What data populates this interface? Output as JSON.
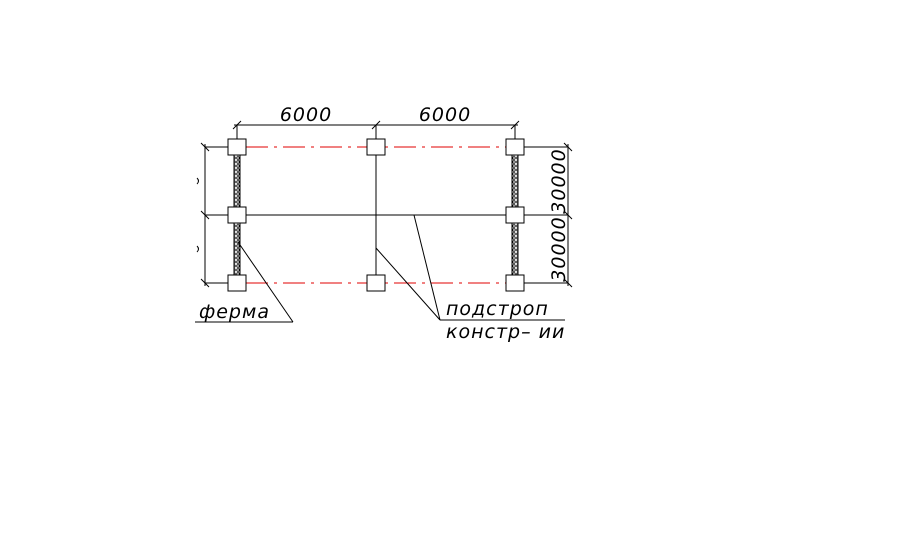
{
  "drawing": {
    "dimensions": {
      "top": [
        "6000",
        "6000"
      ],
      "right": [
        "30000",
        "30000"
      ]
    },
    "labels": {
      "truss": "ферма",
      "substructure_line1": "подстроп",
      "substructure_line2": "констр– ии"
    },
    "colors": {
      "axis": "#e00000",
      "line": "#000000"
    }
  }
}
